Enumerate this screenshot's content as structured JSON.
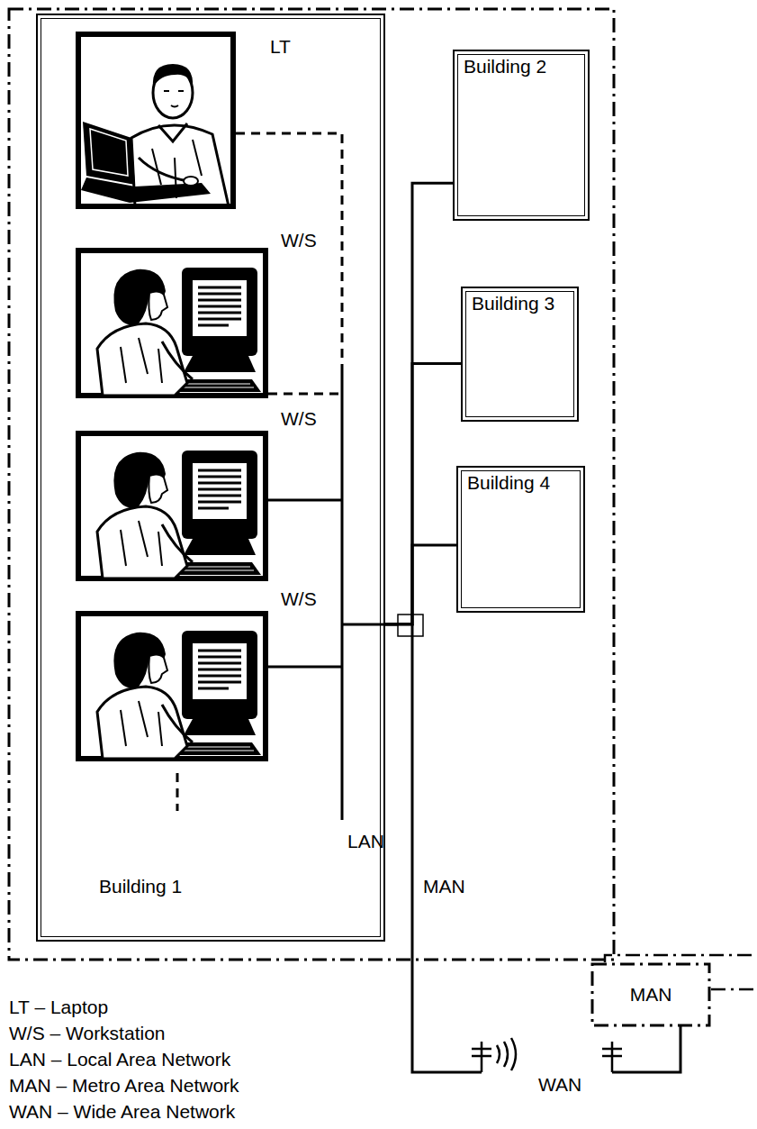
{
  "diagram": {
    "nodes": [
      {
        "text": [
          "MAN"
        ]
      },
      {
        "text": [
          "Building 1"
        ],
        "in": 0
      },
      {
        "text": [
          "Building 2"
        ],
        "in": 0
      },
      {
        "text": [
          "Building 3"
        ],
        "in": 0
      },
      {
        "text": [
          "Building 4"
        ],
        "in": 0
      },
      {
        "text": [
          "MAN"
        ]
      }
    ],
    "edges": [
      {
        "from": 1,
        "to": 2,
        "arrow": "none"
      },
      {
        "from": 1,
        "to": 3,
        "arrow": "none"
      },
      {
        "from": 1,
        "to": 4,
        "arrow": "none"
      }
    ],
    "labels": [
      "LT",
      "W/S",
      "W/S",
      "W/S",
      "LAN",
      "WAN"
    ],
    "legend": [
      {
        "text": "LT – Laptop"
      },
      {
        "text": "W/S – Workstation"
      },
      {
        "text": "LAN – Local Area Network"
      },
      {
        "text": "MAN – Metro Area Network"
      },
      {
        "text": "WAN – Wide Area Network"
      }
    ]
  }
}
